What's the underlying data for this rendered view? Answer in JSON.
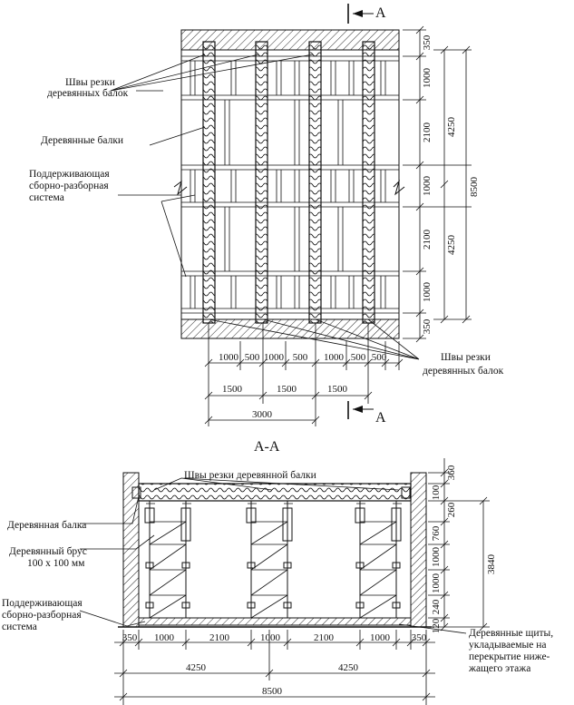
{
  "plan": {
    "section_mark": "A",
    "labels": {
      "seams_top": [
        "Швы резки",
        "деревянных балок"
      ],
      "beams": "Деревянные балки",
      "support": [
        "Поддерживающая",
        "сборно-разборная",
        "система"
      ],
      "seams_bottom": [
        "Швы резки",
        "деревянных балок"
      ]
    },
    "dims_right": [
      "350",
      "1000",
      "2100",
      "1000",
      "2100",
      "1000",
      "350"
    ],
    "dims_right_mid": [
      "4250",
      "4250"
    ],
    "dims_right_total": "8500",
    "dims_bottom_row1": [
      "1000",
      "500",
      "1000",
      "500",
      "1000",
      "500",
      "500"
    ],
    "dims_bottom_row2": [
      "1500",
      "1500",
      "1500"
    ],
    "dims_bottom_total": "3000"
  },
  "section": {
    "title": "А-А",
    "labels": {
      "top_seams": "Швы резки деревянной балки",
      "beam": "Деревянная балка",
      "timber": [
        "Деревянный брус",
        "100 х 100 мм"
      ],
      "support": [
        "Поддерживающая",
        "сборно-разборная",
        "система"
      ],
      "boards": [
        "Деревянные щиты,",
        "укладываемые на",
        "перекрытие ниже-",
        "жащего этажа"
      ]
    },
    "dims_right_inner": [
      "360",
      "100",
      "260",
      "760",
      "1000",
      "1000",
      "240",
      "120"
    ],
    "dims_right_total": "3840",
    "dims_bottom_row1": [
      "350",
      "1000",
      "2100",
      "1000",
      "2100",
      "1000",
      "350"
    ],
    "dims_bottom_row2": [
      "4250",
      "4250"
    ],
    "dims_bottom_total": "8500"
  }
}
